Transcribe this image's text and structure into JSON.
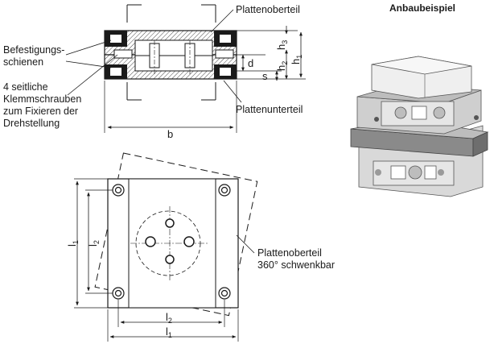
{
  "example_title": "Anbaubeispiel",
  "callouts": {
    "plate_top": "Plattenoberteil",
    "plate_bottom": "Plattenunterteil",
    "rails_line1": "Befestigungs-",
    "rails_line2": "schienen",
    "screws_line1": "4 seitliche",
    "screws_line2": "Klemmschrauben",
    "screws_line3": "zum Fixieren der",
    "screws_line4": "Drehstellung",
    "swivel_line1": "Plattenoberteil",
    "swivel_line2": "360° schwenkbar"
  },
  "dimensions": {
    "b": "b",
    "d": "d",
    "s": "s",
    "h1": "h",
    "h1_sub": "1",
    "h2": "h",
    "h2_sub": "2",
    "h3": "h",
    "h3_sub": "3",
    "l1_left": "l",
    "l1_left_sub": "1",
    "l2_left": "l",
    "l2_left_sub": "2",
    "l2_bottom": "l",
    "l2_bottom_sub": "2",
    "l1_bottom": "l",
    "l1_bottom_sub": "1"
  },
  "colors": {
    "line": "#1a1a1a",
    "fill_light": "#e6e6e6",
    "fill_mid": "#bdbdbd",
    "fill_dark": "#8a8a8a"
  }
}
